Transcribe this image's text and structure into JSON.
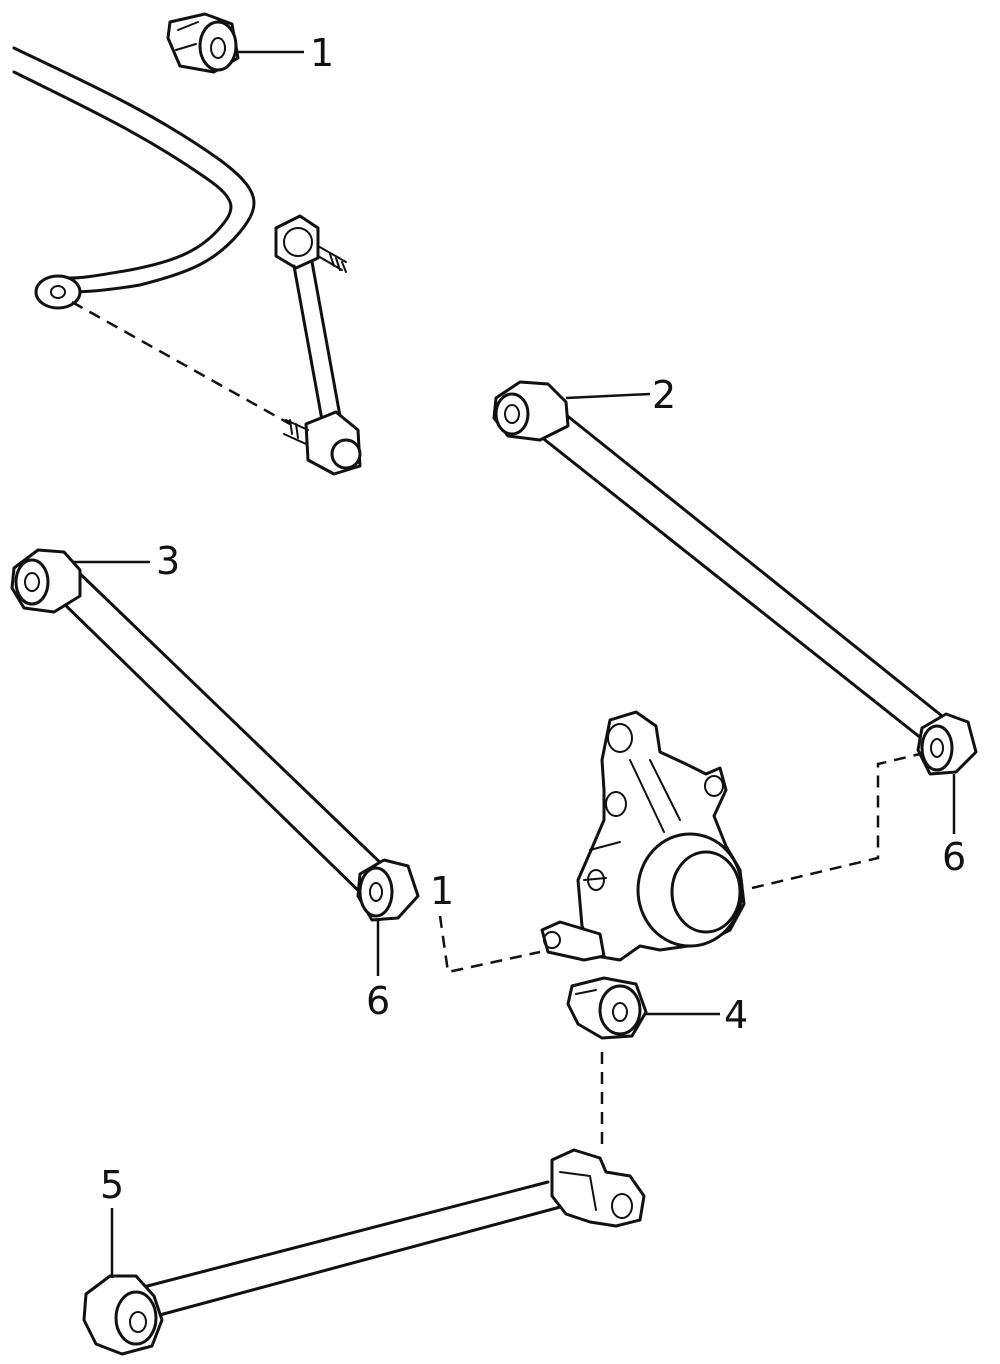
{
  "diagram": {
    "callouts": {
      "bushing_stabilizer": "1",
      "arm_upper": "2",
      "arm_lower_left": "3",
      "knuckle_bushing": "4",
      "trailing_arm_end": "5",
      "arm_upper_outer_end": "6",
      "arm_lower_left_outer_end": "6",
      "knuckle_link_point": "1"
    }
  }
}
